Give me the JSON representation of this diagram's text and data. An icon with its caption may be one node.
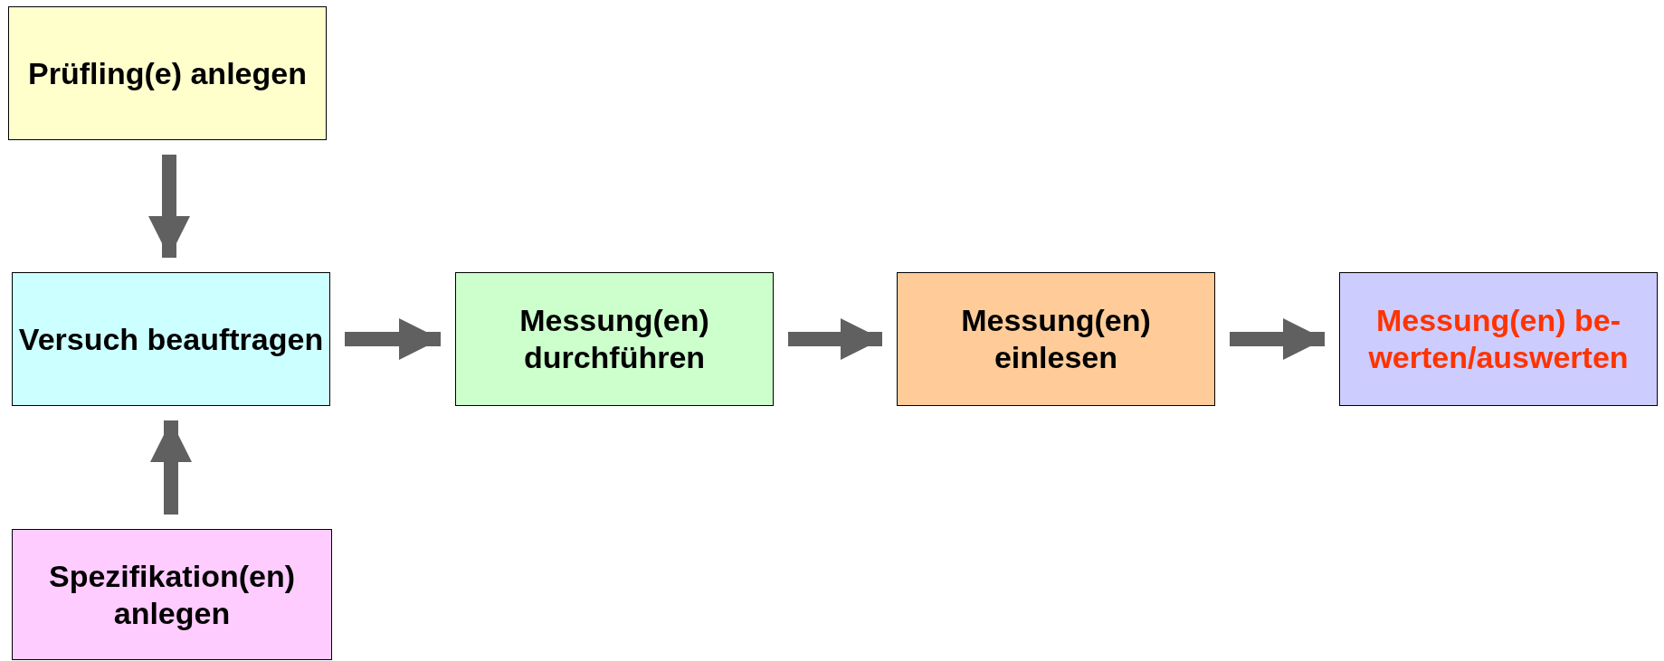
{
  "diagram": {
    "nodes": [
      {
        "text": [
          "Prüfling(e) anlegen"
        ]
      },
      {
        "text": [
          "Versuch beauftragen"
        ]
      },
      {
        "text": [
          "Messung(en) durchführen"
        ]
      },
      {
        "text": [
          "Messung(en) einlesen"
        ]
      },
      {
        "text": [
          "Messung(en) be-werten/auswerten"
        ]
      },
      {
        "text": [
          "Spezifikation(en) anlegen"
        ]
      }
    ],
    "edges": [
      {
        "from": 0,
        "to": 1,
        "arrow": "to"
      },
      {
        "from": 5,
        "to": 1,
        "arrow": "to"
      },
      {
        "from": 1,
        "to": 2,
        "arrow": "to"
      },
      {
        "from": 2,
        "to": 3,
        "arrow": "to"
      },
      {
        "from": 3,
        "to": 4,
        "arrow": "to"
      }
    ]
  }
}
